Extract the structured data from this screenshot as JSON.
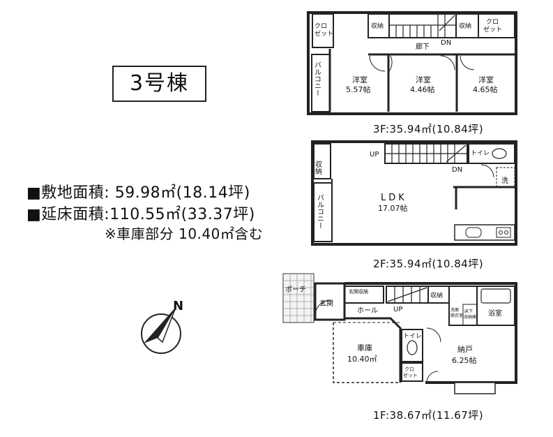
{
  "building_label": "3号棟",
  "site_area": "■敷地面積: 59.98㎡(18.14坪)",
  "floor_area": "■延床面積:110.55㎡(33.37坪)",
  "garage_note": "※車庫部分 10.40㎡含む",
  "compass": "N",
  "floors": {
    "f3": {
      "caption": "3F:35.94㎡(10.84坪)",
      "rooms": {
        "closet_left": "クロ\nゼット",
        "storage_a": "収納",
        "storage_b": "収納",
        "closet_right": "クロ\nゼット",
        "hallway": "廊下",
        "dn": "DN",
        "balcony": "バルコニー",
        "room1_name": "洋室",
        "room1_size": "5.57帖",
        "room2_name": "洋室",
        "room2_size": "4.46帖",
        "room3_name": "洋室",
        "room3_size": "4.65帖"
      }
    },
    "f2": {
      "caption": "2F:35.94㎡(10.84坪)",
      "rooms": {
        "storage": "収納",
        "up": "UP",
        "dn": "DN",
        "toilet": "トイレ",
        "wash": "洗",
        "balcony": "バルコニー",
        "ldk_name": "LDK",
        "ldk_size": "17.07帖"
      }
    },
    "f1": {
      "caption": "1F:38.67㎡(11.67坪)",
      "rooms": {
        "porch": "ポーチ",
        "entrance": "玄関",
        "entrance_storage": "玄関収納",
        "hall": "ホール",
        "up": "UP",
        "storage": "収納",
        "linen": "洗面\n脱衣室",
        "under_storage": "床下\n収納庫",
        "bath": "浴室",
        "toilet": "トイレ",
        "garage_name": "車庫",
        "garage_size": "10.40㎡",
        "closet_name": "納戸",
        "closet_size": "6.25帖",
        "small_closet": "クロ\nゼット"
      }
    }
  }
}
